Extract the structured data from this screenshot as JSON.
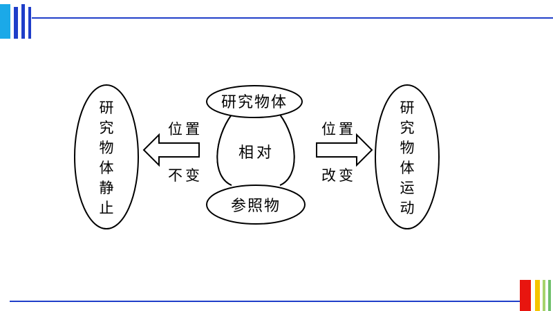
{
  "colors": {
    "top_bars": [
      "#1ba9e8",
      "#1f3ec9",
      "#1f3ec9",
      "#1f3ec9"
    ],
    "bottom_bars": [
      "#e8150f",
      "#f5c400",
      "#a6d36b",
      "#6fc06b"
    ],
    "rule": "#1f3ec9",
    "ink": "#000000"
  },
  "diagram": {
    "left_ellipse_text": [
      "研",
      "究",
      "物",
      "体",
      "静",
      "止"
    ],
    "right_ellipse_text": [
      "研",
      "究",
      "物",
      "体",
      "运",
      "动"
    ],
    "top_oval_label": "研究物体",
    "center_label": "相对",
    "bottom_oval_label": "参照物",
    "left_arrow_top_label": "位置",
    "left_arrow_bottom_label": "不变",
    "right_arrow_top_label": "位置",
    "right_arrow_bottom_label": "改变"
  }
}
